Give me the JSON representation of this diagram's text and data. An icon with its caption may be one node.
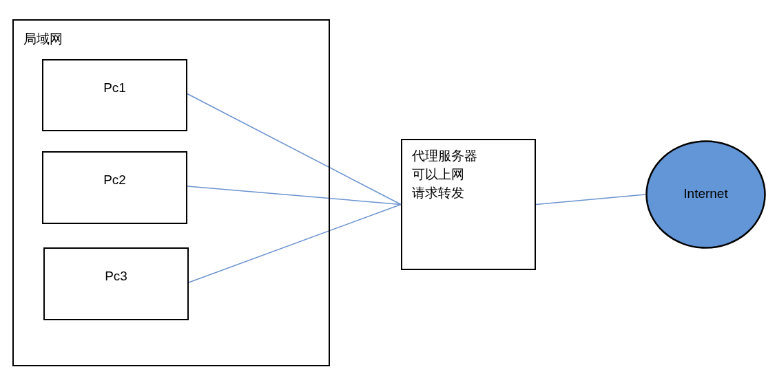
{
  "diagram": {
    "nodes": [
      {
        "text": [
          "局域网"
        ]
      },
      {
        "text": [
          "Pc1"
        ],
        "in": 0
      },
      {
        "text": [
          "Pc2"
        ],
        "in": 0
      },
      {
        "text": [
          "Pc3"
        ],
        "in": 0
      },
      {
        "text": [
          "代理服务器",
          "可以上网",
          "请求转发"
        ]
      },
      {
        "text": [
          "Internet"
        ]
      }
    ],
    "edges": [
      {
        "from": 1,
        "to": 4,
        "arrow": "none"
      },
      {
        "from": 2,
        "to": 4,
        "arrow": "none"
      },
      {
        "from": 3,
        "to": 4,
        "arrow": "none"
      },
      {
        "from": 4,
        "to": 5,
        "arrow": "none"
      }
    ]
  }
}
